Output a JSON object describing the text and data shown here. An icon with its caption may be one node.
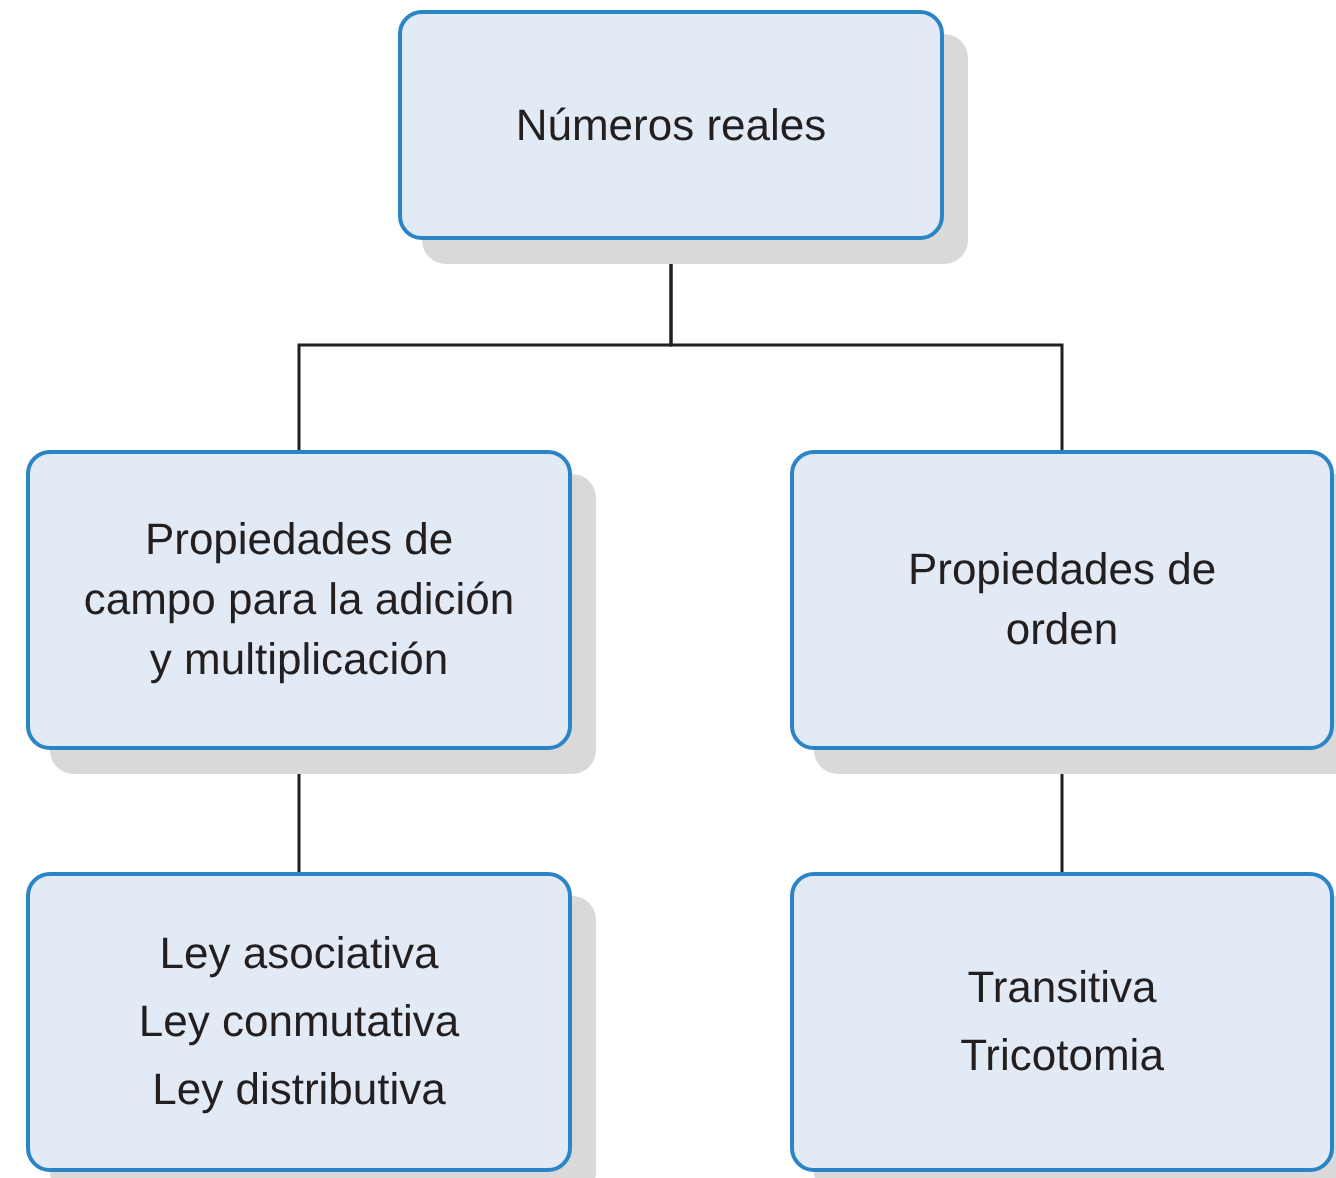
{
  "diagram": {
    "nodes": [
      {
        "text": [
          "Números reales"
        ]
      },
      {
        "text": [
          "Propiedades de campo para la adición y multiplicación"
        ]
      },
      {
        "text": [
          "Propiedades de orden"
        ]
      },
      {
        "text": [
          "Ley asociativa",
          "Ley conmutativa",
          "Ley distributiva"
        ]
      },
      {
        "text": [
          "Transitiva",
          "Tricotomia"
        ]
      }
    ],
    "edges": [
      {
        "from": 0,
        "to": 1,
        "arrow": "none"
      },
      {
        "from": 0,
        "to": 2,
        "arrow": "none"
      },
      {
        "from": 1,
        "to": 3,
        "arrow": "none"
      },
      {
        "from": 2,
        "to": 4,
        "arrow": "none"
      }
    ]
  }
}
